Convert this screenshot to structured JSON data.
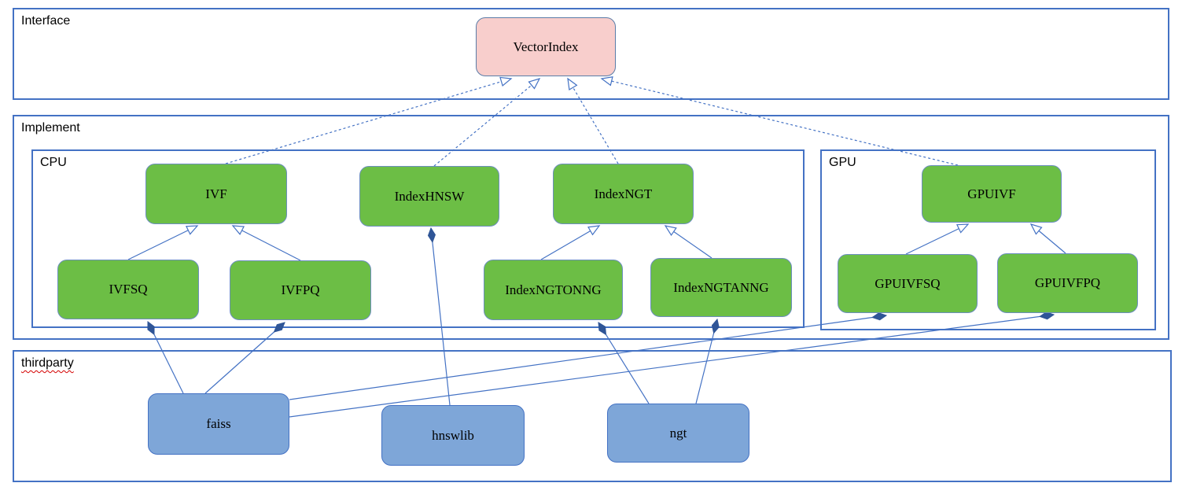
{
  "diagram_type": "uml-class-diagram",
  "colors": {
    "interface_node_fill": "#F8CECC",
    "class_node_fill": "#6CBE45",
    "thirdparty_node_fill": "#7EA6D8",
    "connector_line": "#4472C4",
    "container_border": "#4472C4",
    "composition_diamond": "#2F5597",
    "text": "#000000",
    "spellcheck_underline": "#D40000"
  },
  "containers": {
    "interface": {
      "label": "Interface"
    },
    "implement": {
      "label": "Implement"
    },
    "cpu": {
      "label": "CPU"
    },
    "gpu": {
      "label": "GPU"
    },
    "thirdparty": {
      "label": "thirdparty"
    }
  },
  "nodes": {
    "vectorindex": {
      "label": "VectorIndex",
      "group": "Interface"
    },
    "ivf": {
      "label": "IVF",
      "group": "Implement/CPU"
    },
    "indexhnsw": {
      "label": "IndexHNSW",
      "group": "Implement/CPU"
    },
    "indexngt": {
      "label": "IndexNGT",
      "group": "Implement/CPU"
    },
    "ivfsq": {
      "label": "IVFSQ",
      "group": "Implement/CPU"
    },
    "ivfpq": {
      "label": "IVFPQ",
      "group": "Implement/CPU"
    },
    "indexngtonng": {
      "label": "IndexNGTONNG",
      "group": "Implement/CPU"
    },
    "indexngtanng": {
      "label": "IndexNGTANNG",
      "group": "Implement/CPU"
    },
    "gpuivf": {
      "label": "GPUIVF",
      "group": "Implement/GPU"
    },
    "gpuivfsq": {
      "label": "GPUIVFSQ",
      "group": "Implement/GPU"
    },
    "gpuivfpq": {
      "label": "GPUIVFPQ",
      "group": "Implement/GPU"
    },
    "faiss": {
      "label": "faiss",
      "group": "thirdparty"
    },
    "hnswlib": {
      "label": "hnswlib",
      "group": "thirdparty"
    },
    "ngt": {
      "label": "ngt",
      "group": "thirdparty"
    }
  },
  "edges": [
    {
      "from": "IVF",
      "to": "VectorIndex",
      "type": "realization",
      "style": "dashed, hollow triangle arrowhead"
    },
    {
      "from": "IndexHNSW",
      "to": "VectorIndex",
      "type": "realization",
      "style": "dashed, hollow triangle arrowhead"
    },
    {
      "from": "IndexNGT",
      "to": "VectorIndex",
      "type": "realization",
      "style": "dashed, hollow triangle arrowhead"
    },
    {
      "from": "GPUIVF",
      "to": "VectorIndex",
      "type": "realization",
      "style": "dashed, hollow triangle arrowhead"
    },
    {
      "from": "IVFSQ",
      "to": "IVF",
      "type": "generalization",
      "style": "solid, hollow triangle arrowhead"
    },
    {
      "from": "IVFPQ",
      "to": "IVF",
      "type": "generalization",
      "style": "solid, hollow triangle arrowhead"
    },
    {
      "from": "IndexNGTONNG",
      "to": "IndexNGT",
      "type": "generalization",
      "style": "solid, hollow triangle arrowhead"
    },
    {
      "from": "IndexNGTANNG",
      "to": "IndexNGT",
      "type": "generalization",
      "style": "solid, hollow triangle arrowhead"
    },
    {
      "from": "GPUIVFSQ",
      "to": "GPUIVF",
      "type": "generalization",
      "style": "solid, hollow triangle arrowhead"
    },
    {
      "from": "GPUIVFPQ",
      "to": "GPUIVF",
      "type": "generalization",
      "style": "solid, hollow triangle arrowhead"
    },
    {
      "from": "faiss",
      "to": "IVFSQ",
      "type": "composition",
      "style": "solid, filled diamond at class end"
    },
    {
      "from": "faiss",
      "to": "IVFPQ",
      "type": "composition",
      "style": "solid, filled diamond at class end"
    },
    {
      "from": "faiss",
      "to": "GPUIVFSQ",
      "type": "composition",
      "style": "solid, filled diamond at class end"
    },
    {
      "from": "faiss",
      "to": "GPUIVFPQ",
      "type": "composition",
      "style": "solid, filled diamond at class end"
    },
    {
      "from": "hnswlib",
      "to": "IndexHNSW",
      "type": "composition",
      "style": "solid, filled diamond at class end"
    },
    {
      "from": "ngt",
      "to": "IndexNGTONNG",
      "type": "composition",
      "style": "solid, filled diamond at class end"
    },
    {
      "from": "ngt",
      "to": "IndexNGTANNG",
      "type": "composition",
      "style": "solid, filled diamond at class end"
    }
  ]
}
